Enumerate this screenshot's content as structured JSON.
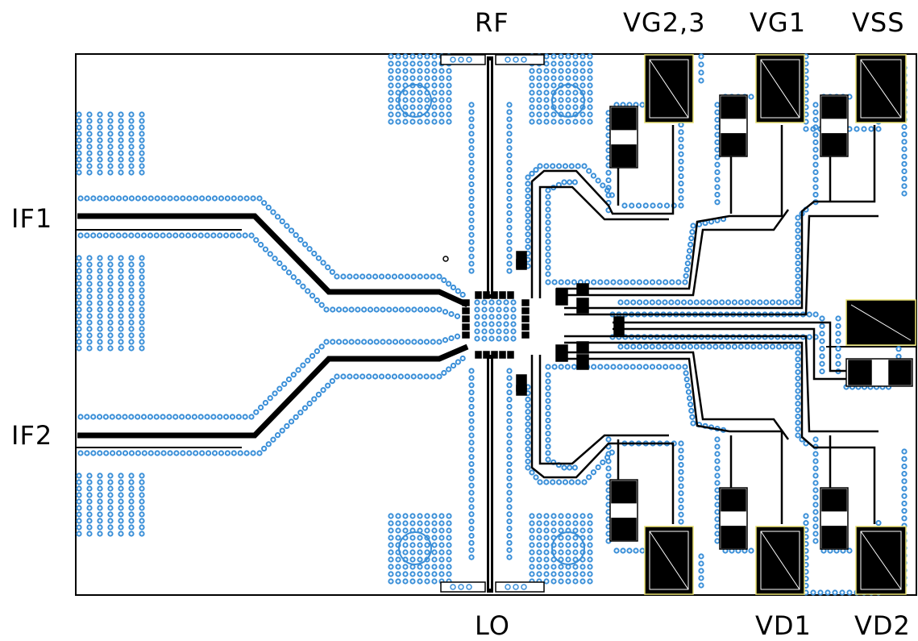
{
  "ports": {
    "rf": "RF",
    "lo": "LO",
    "if1": "IF1",
    "if2": "IF2",
    "vg23": "VG2,3",
    "vg1": "VG1",
    "vss": "VSS",
    "vd1": "VD1",
    "vd2": "VD2"
  },
  "colors": {
    "via": "#3a8fd8",
    "trace": "#000000",
    "outline": "#000000",
    "pad_edge": "#e8e070"
  }
}
